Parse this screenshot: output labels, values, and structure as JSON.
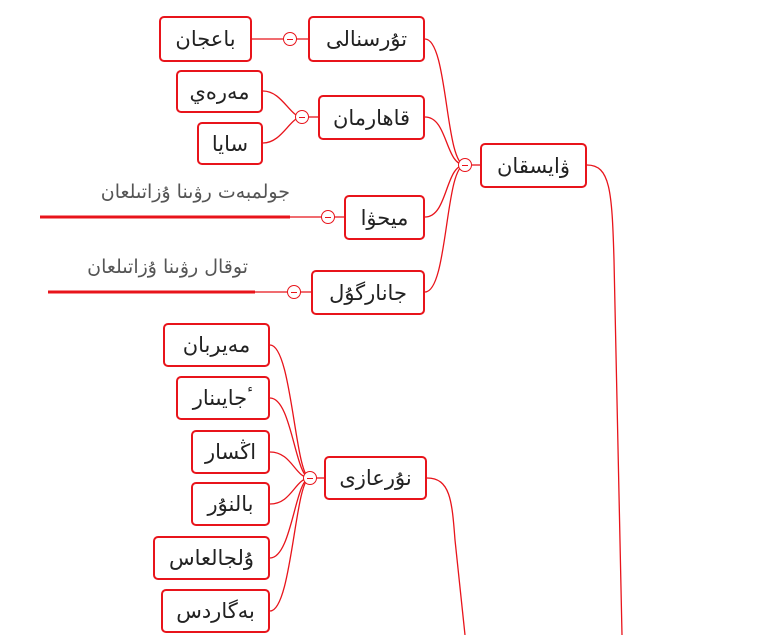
{
  "colors": {
    "accent": "#e8141b"
  },
  "root": {
    "label": "ۋايسقان"
  },
  "branches": [
    {
      "label": "تۇرسنالى",
      "children": [
        "باعجان"
      ]
    },
    {
      "label": "قاھارمان",
      "children": [
        "مەرەي",
        "سايا"
      ]
    },
    {
      "label": "ميحۋا",
      "note": "جولمبەت رۋىنا ۇزاتىلعان"
    },
    {
      "label": "جانارگۇل",
      "note": "توقال رۋىنا ۇزاتىلعان"
    }
  ],
  "second": {
    "label": "نۇرعازى",
    "children": [
      "مەيربان",
      "ٴجايىنار",
      "اڭسار",
      "بالنۇر",
      "ۇلجالعاس",
      "بەگاردس"
    ]
  }
}
